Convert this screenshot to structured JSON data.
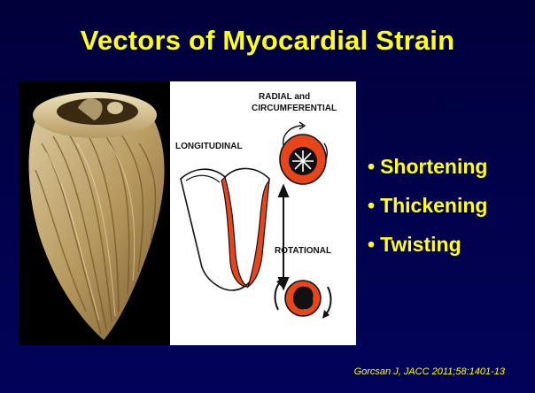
{
  "slide": {
    "title": "Vectors of Myocardial Strain",
    "diagram": {
      "label_radial": "RADIAL and",
      "label_circumferential": "CIRCUMFERENTIAL",
      "label_longitudinal": "LONGITUDINAL",
      "label_rotational": "ROTATIONAL"
    },
    "bullets": [
      {
        "marker": "•",
        "text": "Shortening"
      },
      {
        "marker": "•",
        "text": "Thickening"
      },
      {
        "marker": "•",
        "text": "Twisting"
      }
    ],
    "citation": "Gorcsan J, JACC 2011;58:1401-13"
  },
  "colors": {
    "background": "#00004a",
    "text_accent": "#ffff1a",
    "myocardium": "#e8461a"
  },
  "icons": [
    "heart-specimen-photo",
    "longitudinal-heart-diagram",
    "radial-ring-diagram",
    "rotation-ring-diagram",
    "double-arrow-icon"
  ]
}
